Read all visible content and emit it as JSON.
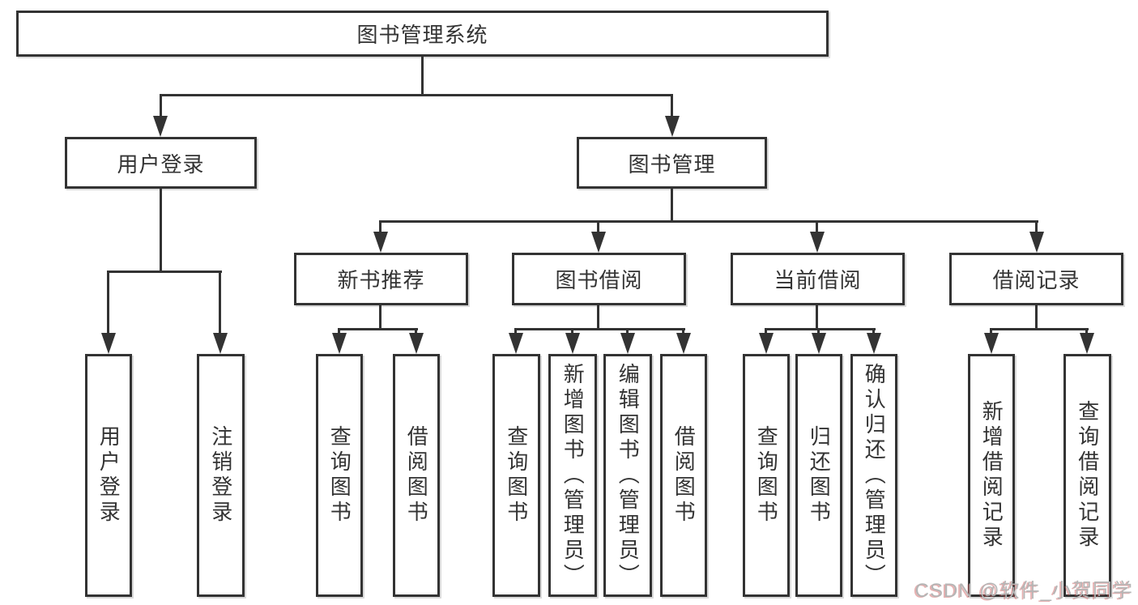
{
  "meta": {
    "diagram_type": "hierarchy-tree",
    "line_color": "#333333",
    "box_background": "#ffffff",
    "text_color": "#333333",
    "watermark_color": "#b5b5b5",
    "watermark_accent": "#c75151"
  },
  "tree": {
    "root": {
      "label": "图书管理系统",
      "children": [
        {
          "label": "用户登录",
          "children": [
            {
              "label": "用户登录"
            },
            {
              "label": "注销登录"
            }
          ]
        },
        {
          "label": "图书管理",
          "children": [
            {
              "label": "新书推荐",
              "children": [
                {
                  "label": "查询图书"
                },
                {
                  "label": "借阅图书"
                }
              ]
            },
            {
              "label": "图书借阅",
              "children": [
                {
                  "label": "查询图书"
                },
                {
                  "label": "新增图书（管理员）"
                },
                {
                  "label": "编辑图书（管理员）"
                },
                {
                  "label": "借阅图书"
                }
              ]
            },
            {
              "label": "当前借阅",
              "children": [
                {
                  "label": "查询图书"
                },
                {
                  "label": "归还图书"
                },
                {
                  "label": "确认归还（管理员）"
                }
              ]
            },
            {
              "label": "借阅记录",
              "children": [
                {
                  "label": "新增借阅记录"
                },
                {
                  "label": "查询借阅记录"
                }
              ]
            }
          ]
        }
      ]
    }
  },
  "watermark": {
    "text": "CSDN @软件_小贺同学"
  }
}
